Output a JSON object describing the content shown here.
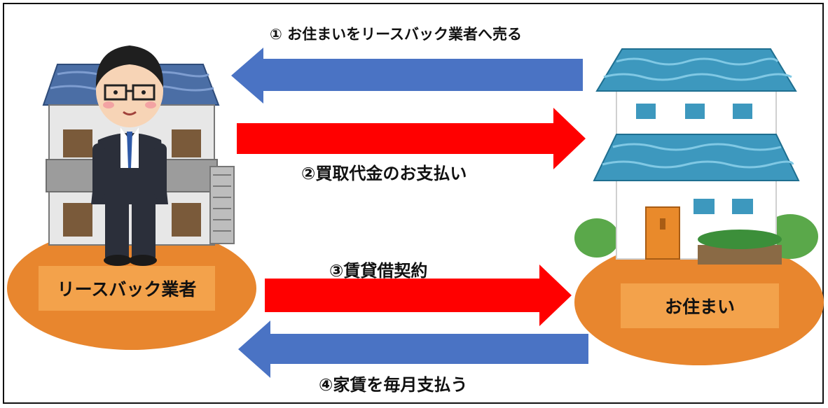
{
  "steps": {
    "sell": "① お住まいをリースバック業者へ売る",
    "payment": "②買取代金のお支払い",
    "lease": "③賃貸借契約",
    "rent": "④家賃を毎月支払う"
  },
  "nodes": {
    "company": "リースバック業者",
    "home": "お住まい"
  },
  "colors": {
    "blue_arrow": "#4a73c4",
    "red_arrow": "#ff0000",
    "ground": "#e8862e",
    "tag": "#f3a24b",
    "roof": "#3d98be",
    "apartment_roof": "#4b6ea5"
  },
  "icons": {
    "person": "businessman-illustration",
    "apartment": "apartment-building-illustration",
    "house": "two-story-house-illustration"
  }
}
